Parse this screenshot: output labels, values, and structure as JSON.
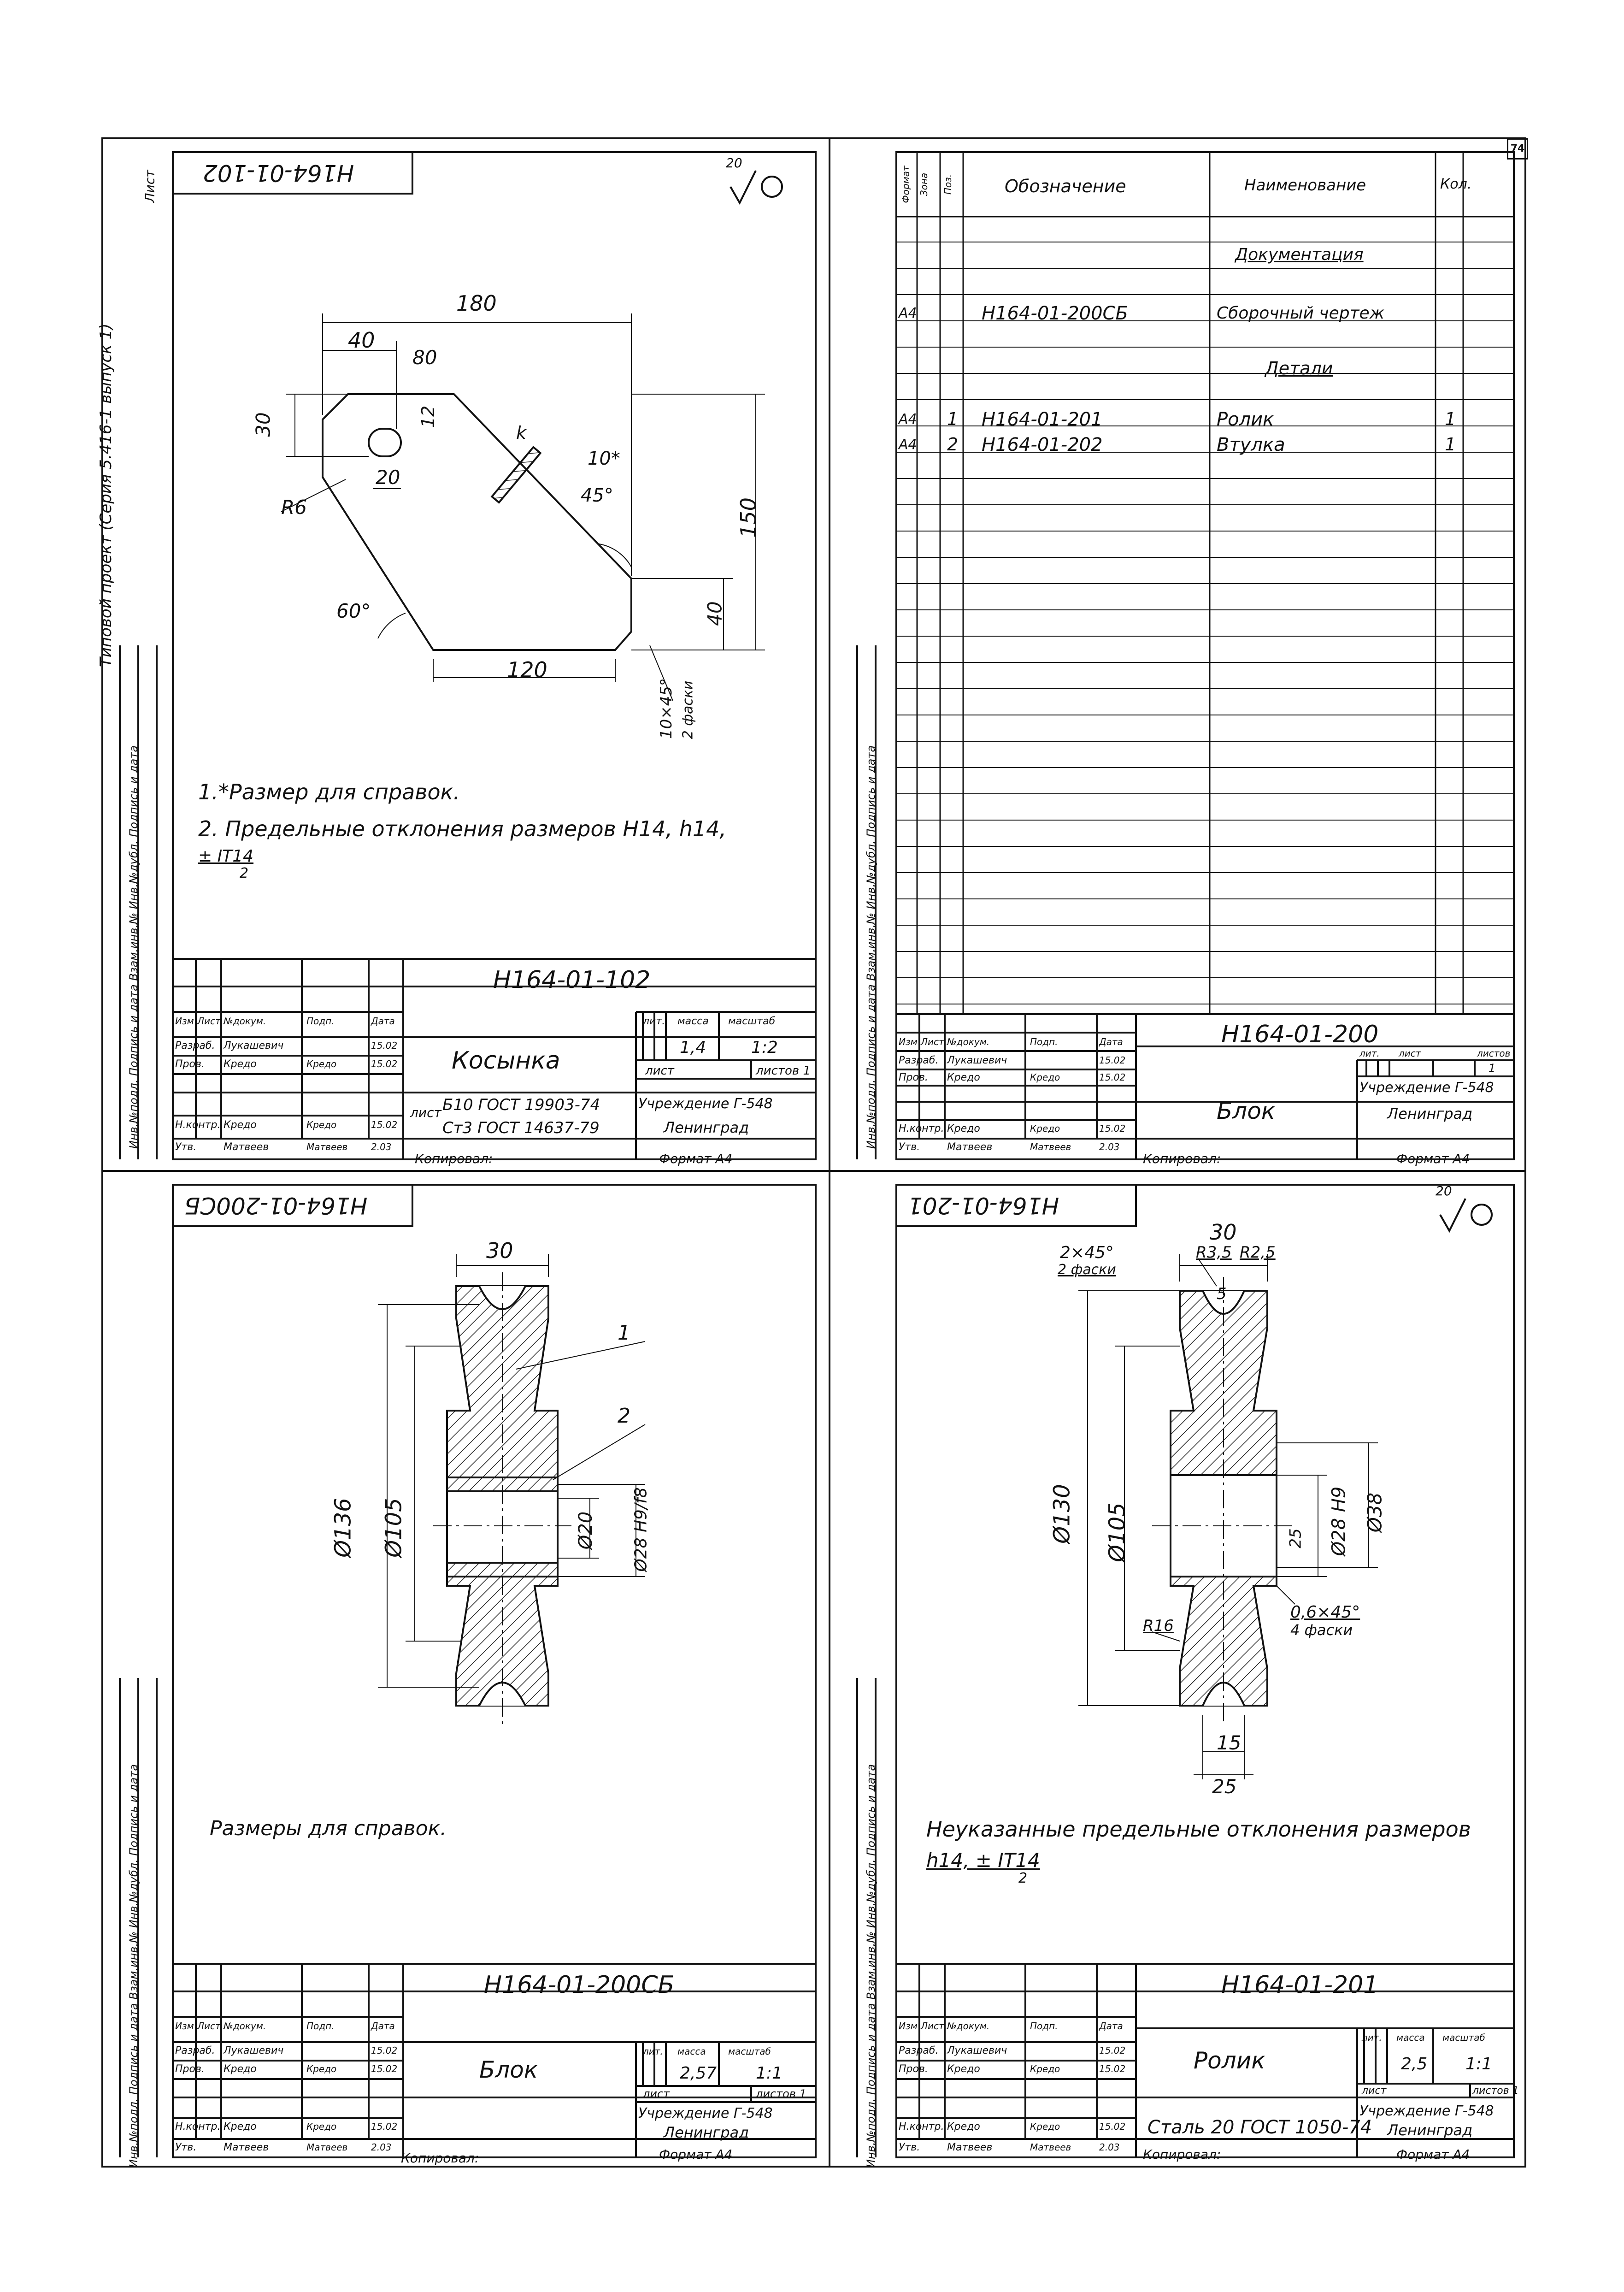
{
  "margin_notes": {
    "top_left": "Лист",
    "top_right_tag": "74",
    "project_vertical": "Типовой проект (Серия 5.416-1 выпуск 1)",
    "stamp_left": "Инв.№подл. Подпись и дата Взам.инв.№ Инв.№дубл. Подпись и дата"
  },
  "sheet_102": {
    "stamp_top": "Н164-01-102",
    "roughness": "20",
    "dims": {
      "d180": "180",
      "d40": "40",
      "d80": "80",
      "d30": "30",
      "d12": "12",
      "d20": "20",
      "r6": "R6",
      "d10": "10*",
      "d45": "45°",
      "d150": "150",
      "d40b": "40",
      "d60": "60°",
      "d120": "120",
      "chamfer": "10×45°",
      "chamfer2": "2 фаски",
      "k": "k"
    },
    "notes": [
      "1.*Размер для справок.",
      "2. Предельные отклонения размеров Н14, h14,",
      "± IT14",
      "2"
    ],
    "title_block": {
      "code": "Н164-01-102",
      "name": "Косынка",
      "lit": "лит.",
      "mass": "масса",
      "scale": "масштаб",
      "mass_val": "1,4",
      "scale_val": "1:2",
      "sheet": "лист",
      "sheets": "листов 1",
      "org1": "Учреждение Г-548",
      "org2": "Ленинград",
      "material_label": "лист",
      "material1": "Б10 ГОСТ 19903-74",
      "material2": "Ст3 ГОСТ 14637-79",
      "rows": [
        [
          "Изм",
          "Лист",
          "№докум.",
          "Подп.",
          "Дата"
        ],
        [
          "Разраб.",
          "Лукашевич",
          "",
          "15.02"
        ],
        [
          "Пров.",
          "Кредо",
          "Кредо",
          "15.02"
        ],
        [
          "Н.контр.",
          "Кредо",
          "Кредо",
          "15.02"
        ],
        [
          "Утв.",
          "Матвеев",
          "Матвеев",
          "2.03"
        ]
      ],
      "copied": "Копировал:",
      "format": "Формат А4"
    }
  },
  "sheet_200": {
    "header": {
      "format": "Формат",
      "zone": "Зона",
      "pos": "Поз.",
      "designation": "Обозначение",
      "name": "Наименование",
      "qty": "Кол."
    },
    "rows": [
      {
        "format": "",
        "pos": "",
        "designation": "",
        "name": "Документация",
        "qty": ""
      },
      {
        "format": "А4",
        "pos": "",
        "designation": "Н164-01-200СБ",
        "name": "Сборочный чертеж",
        "qty": ""
      },
      {
        "format": "",
        "pos": "",
        "designation": "",
        "name": "Детали",
        "qty": ""
      },
      {
        "format": "А4",
        "pos": "1",
        "designation": "Н164-01-201",
        "name": "Ролик",
        "qty": "1"
      },
      {
        "format": "А4",
        "pos": "2",
        "designation": "Н164-01-202",
        "name": "Втулка",
        "qty": "1"
      }
    ],
    "title_block": {
      "code": "Н164-01-200",
      "name": "Блок",
      "lit": "лит.",
      "sheet": "лист",
      "sheets": "листов",
      "sheets_val": "1",
      "org1": "Учреждение Г-548",
      "org2": "Ленинград",
      "rows": [
        [
          "Изм",
          "Лист",
          "№докум.",
          "Подп.",
          "Дата"
        ],
        [
          "Разраб.",
          "Лукашевич",
          "",
          "15.02"
        ],
        [
          "Пров.",
          "Кредо",
          "Кредо",
          "15.02"
        ],
        [
          "Н.контр.",
          "Кредо",
          "Кредо",
          "15.02"
        ],
        [
          "Утв.",
          "Матвеев",
          "Матвеев",
          "2.03"
        ]
      ],
      "copied": "Копировал:",
      "format": "Формат А4"
    }
  },
  "sheet_200sb": {
    "stamp_top": "Н164-01-200СБ",
    "dims": {
      "d30": "30",
      "d136": "Ø136",
      "d105": "Ø105",
      "d20": "Ø20",
      "d28": "Ø28 H9/f8",
      "p1": "1",
      "p2": "2"
    },
    "note": "Размеры для справок.",
    "title_block": {
      "code": "Н164-01-200СБ",
      "name": "Блок",
      "lit": "лит.",
      "mass": "масса",
      "scale": "масштаб",
      "mass_val": "2,57",
      "scale_val": "1:1",
      "sheet": "лист",
      "sheets": "листов 1",
      "org1": "Учреждение Г-548",
      "org2": "Ленинград",
      "rows": [
        [
          "Изм",
          "Лист",
          "№докум.",
          "Подп.",
          "Дата"
        ],
        [
          "Разраб.",
          "Лукашевич",
          "",
          "15.02"
        ],
        [
          "Пров.",
          "Кредо",
          "Кредо",
          "15.02"
        ],
        [
          "Н.контр.",
          "Кредо",
          "Кредо",
          "15.02"
        ],
        [
          "Утв.",
          "Матвеев",
          "Матвеев",
          "2.03"
        ]
      ],
      "copied": "Копировал:",
      "format": "Формат А4"
    }
  },
  "sheet_201": {
    "stamp_top": "Н164-01-201",
    "roughness": "20",
    "dims": {
      "d30": "30",
      "chamfer": "2×45°",
      "chamfer2": "2 фаски",
      "r35": "R3,5",
      "r25": "R2,5",
      "d5": "5",
      "d130": "Ø130",
      "d105": "Ø105",
      "d28": "Ø28 H9",
      "d38": "Ø38",
      "d25": "25",
      "r16": "R16",
      "ch06": "0,6×45°",
      "ch06b": "4 фаски",
      "d15": "15",
      "d25b": "25"
    },
    "notes": [
      "Неуказанные предельные отклонения размеров",
      "h14, ± IT14",
      "2"
    ],
    "title_block": {
      "code": "Н164-01-201",
      "name": "Ролик",
      "lit": "лит.",
      "mass": "масса",
      "scale": "масштаб",
      "mass_val": "2,5",
      "scale_val": "1:1",
      "sheet": "лист",
      "sheets": "листов 1",
      "org1": "Учреждение Г-548",
      "org2": "Ленинград",
      "material": "Сталь 20 ГОСТ 1050-74",
      "rows": [
        [
          "Изм",
          "Лист",
          "№докум.",
          "Подп.",
          "Дата"
        ],
        [
          "Разраб.",
          "Лукашевич",
          "",
          "15.02"
        ],
        [
          "Пров.",
          "Кредо",
          "Кредо",
          "15.02"
        ],
        [
          "Н.контр.",
          "Кредо",
          "Кредо",
          "15.02"
        ],
        [
          "Утв.",
          "Матвеев",
          "Матвеев",
          "2.03"
        ]
      ],
      "copied": "Копировал:",
      "format": "Формат А4"
    }
  }
}
